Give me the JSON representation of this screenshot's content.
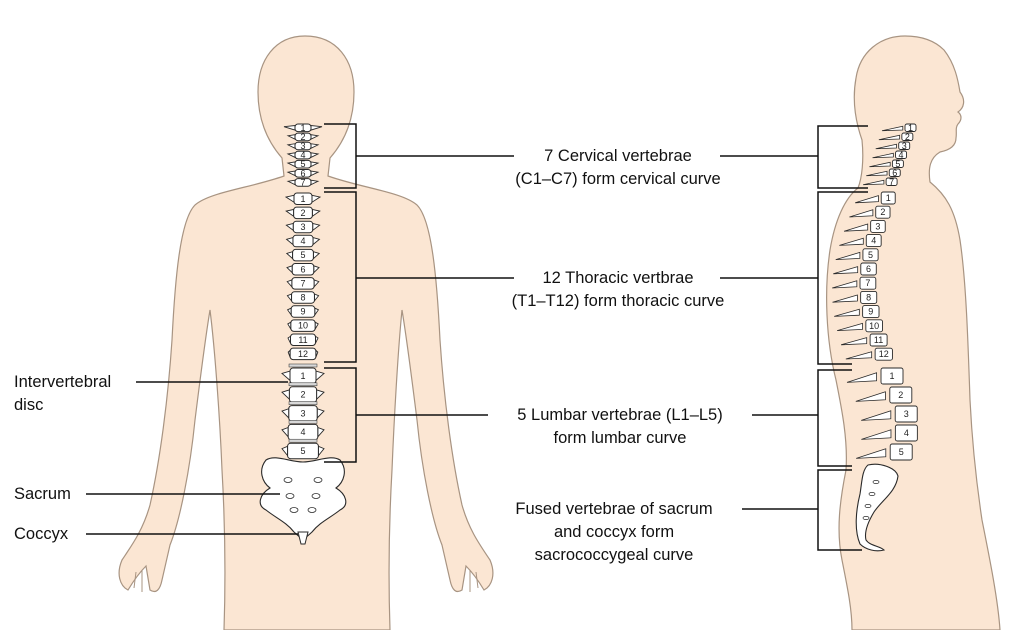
{
  "colors": {
    "skin": "#fbe6d3",
    "skin_outline": "#a89482",
    "bone": "#ffffff",
    "bone_outline": "#2a2a2a",
    "leader": "#111111"
  },
  "labels": {
    "cervical": {
      "line1": "7 Cervical vertebrae",
      "line2": "(C1–C7) form cervical curve"
    },
    "thoracic": {
      "line1": "12 Thoracic vertbrae",
      "line2": "(T1–T12) form thoracic curve"
    },
    "lumbar": {
      "line1": "5 Lumbar vertebrae (L1–L5)",
      "line2": "form lumbar curve"
    },
    "sacral": {
      "line1": "Fused vertebrae of sacrum",
      "line2": "and coccyx form",
      "line3": "sacrococcygeal curve"
    },
    "intervertebral": {
      "line1": "Intervertebral",
      "line2": "disc"
    },
    "sacrum": "Sacrum",
    "coccyx": "Coccyx"
  },
  "vertebra_numbers": {
    "cervical": [
      "1",
      "2",
      "3",
      "4",
      "5",
      "6",
      "7"
    ],
    "thoracic": [
      "1",
      "2",
      "3",
      "4",
      "5",
      "6",
      "7",
      "8",
      "9",
      "10",
      "11",
      "12"
    ],
    "lumbar": [
      "1",
      "2",
      "3",
      "4",
      "5"
    ]
  }
}
